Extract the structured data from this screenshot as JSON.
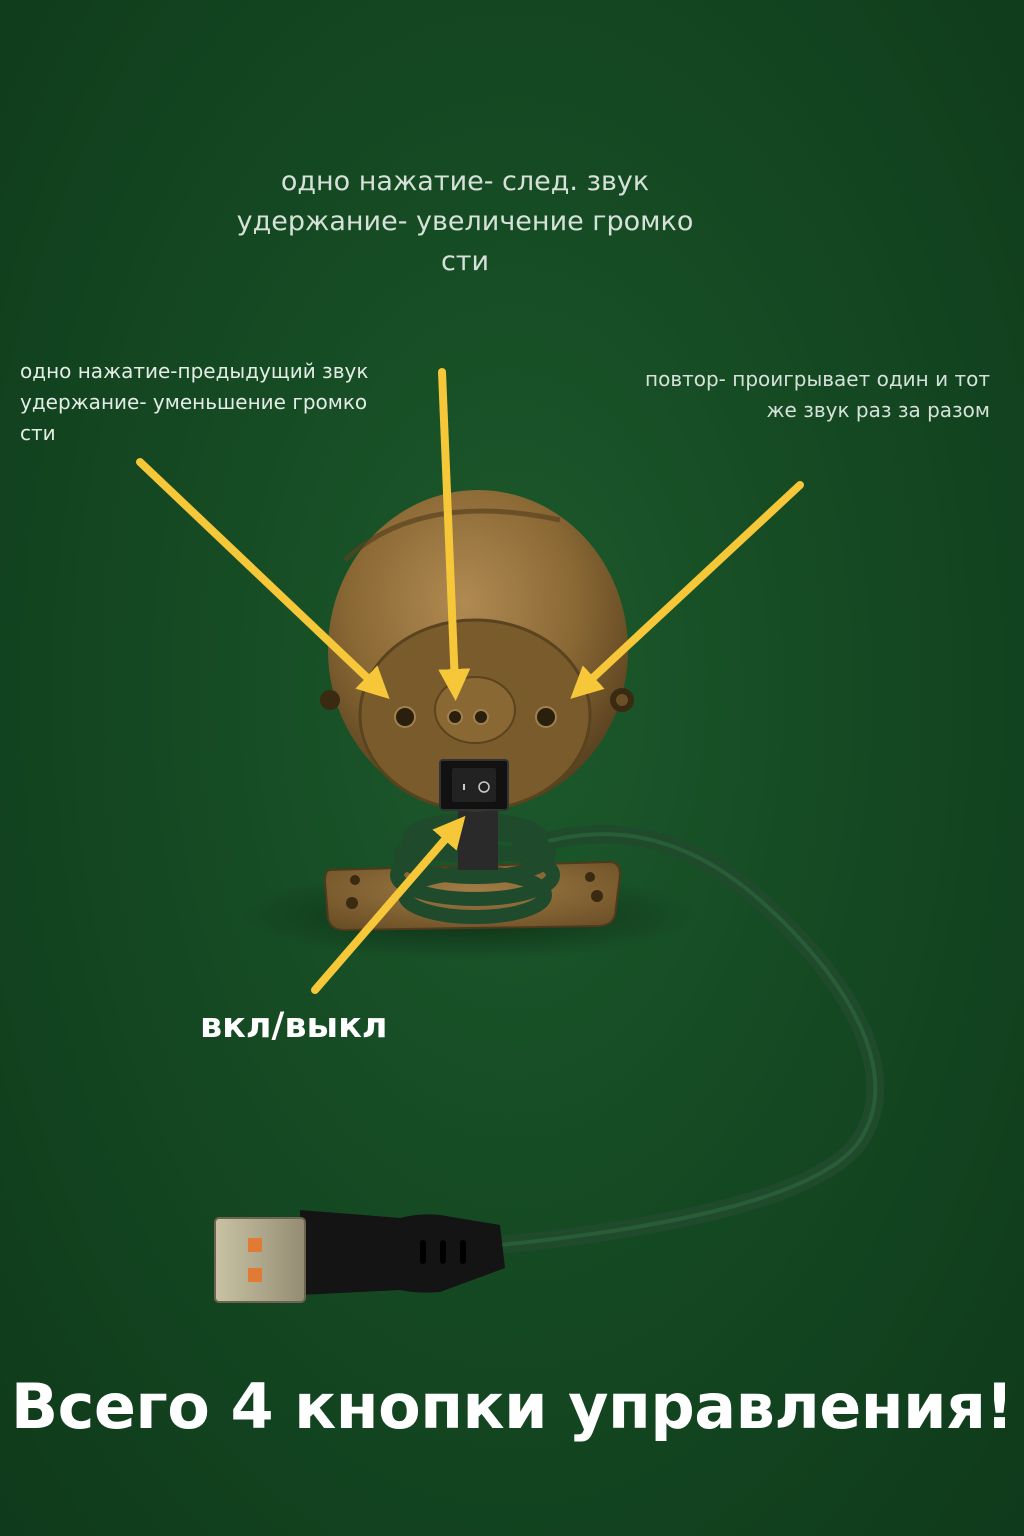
{
  "annotations": {
    "top": {
      "line1": "одно нажатие- след. звук",
      "line2": "удержание- увеличение громко",
      "line3": "сти"
    },
    "left": {
      "line1": "одно нажатие-предыдущий звук",
      "line2": "удержание- уменьшение громко",
      "line3": "сти"
    },
    "right": {
      "line1": "повтор- проигрывает один и тот",
      "line2": "же звук раз за разом"
    },
    "power": "вкл/выкл"
  },
  "headline": "Всего 4 кнопки управления!",
  "colors": {
    "background": "#154a23",
    "arrow": "#f7c73a",
    "body_bronze": "#8a6a3a",
    "cable": "#1f4a2c"
  },
  "icons": [
    "arrow-icon",
    "usb-plug-icon",
    "rocker-switch-icon"
  ]
}
